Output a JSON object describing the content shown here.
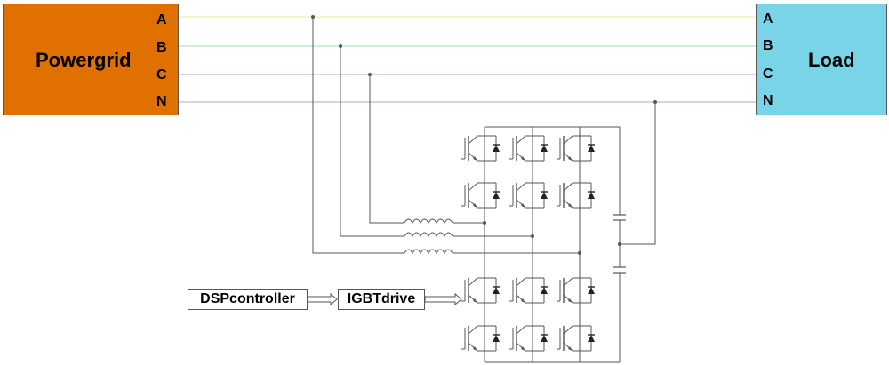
{
  "powergrid": {
    "label": "Powergrid",
    "phases": [
      "A",
      "B",
      "C",
      "N"
    ]
  },
  "load": {
    "label": "Load",
    "phases": [
      "A",
      "B",
      "C",
      "N"
    ]
  },
  "controller": {
    "dsp_label": "DSPcontroller",
    "drive_label": "IGBTdrive"
  },
  "colors": {
    "powergrid_fill": "#e07000",
    "load_fill": "#78d4e6",
    "phase_a_line": "#e8e8a0",
    "phase_b_line": "#a8dca8",
    "phase_c_line": "#c8a8c0",
    "neutral_line": "#b8a8b8",
    "wire": "#555555"
  }
}
